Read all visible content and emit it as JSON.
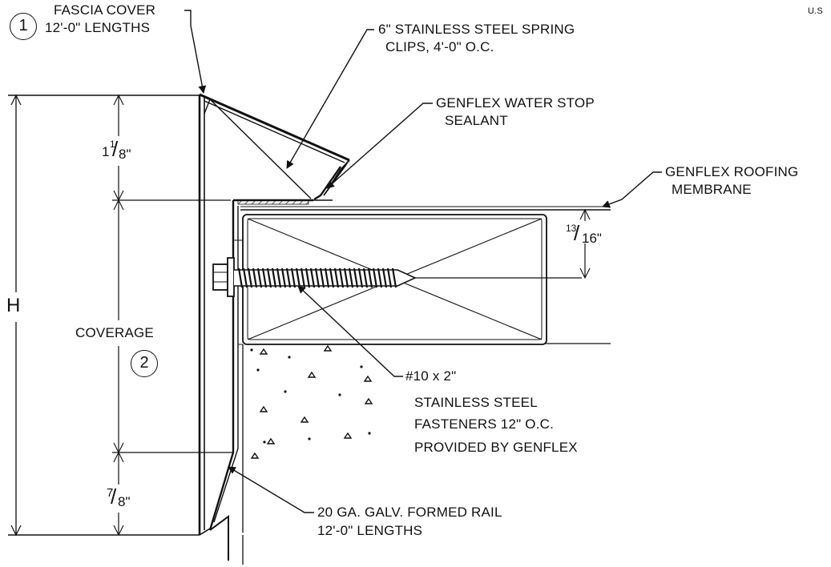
{
  "corner_mark": "U.S",
  "labels": {
    "fascia_cover": [
      "FASCIA COVER",
      "12'-0\" LENGTHS"
    ],
    "spring_clips": [
      "6\" STAINLESS STEEL SPRING",
      "CLIPS, 4'-0\" O.C."
    ],
    "water_stop": [
      "GENFLEX WATER STOP",
      "SEALANT"
    ],
    "roofing_membrane": [
      "GENFLEX ROOFING",
      "MEMBRANE"
    ],
    "fasteners": [
      "#10 x 2\"",
      "STAINLESS STEEL",
      "FASTENERS 12\" O.C.",
      "PROVIDED BY GENFLEX"
    ],
    "formed_rail": [
      "20 GA. GALV. FORMED RAIL",
      "12'-0\" LENGTHS"
    ]
  },
  "callouts": {
    "one": "1",
    "two": "2"
  },
  "dimensions": {
    "height": "H",
    "coverage": "COVERAGE",
    "top_gap": {
      "whole": "1",
      "num": "1",
      "den": "8\""
    },
    "bottom_gap": {
      "num": "7",
      "den": "8\""
    },
    "membrane_offset": {
      "num": "13",
      "den": "16\""
    }
  }
}
